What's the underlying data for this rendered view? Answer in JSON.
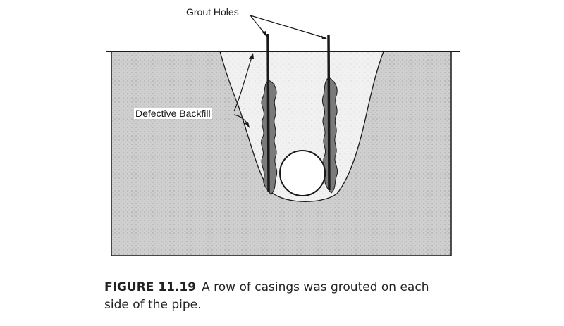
{
  "labels": {
    "grout_holes": "Grout Holes",
    "defective_backfill": "Defective Backfill"
  },
  "caption": {
    "figure_number": "FIGURE 11.19",
    "text": "A row of casings was grouted on each side of the pipe."
  },
  "colors": {
    "soil_fill": "#cfcfcf",
    "backfill": "#f1f1f1",
    "outline": "#1a1a1a",
    "grout": "#7a7a7a"
  }
}
